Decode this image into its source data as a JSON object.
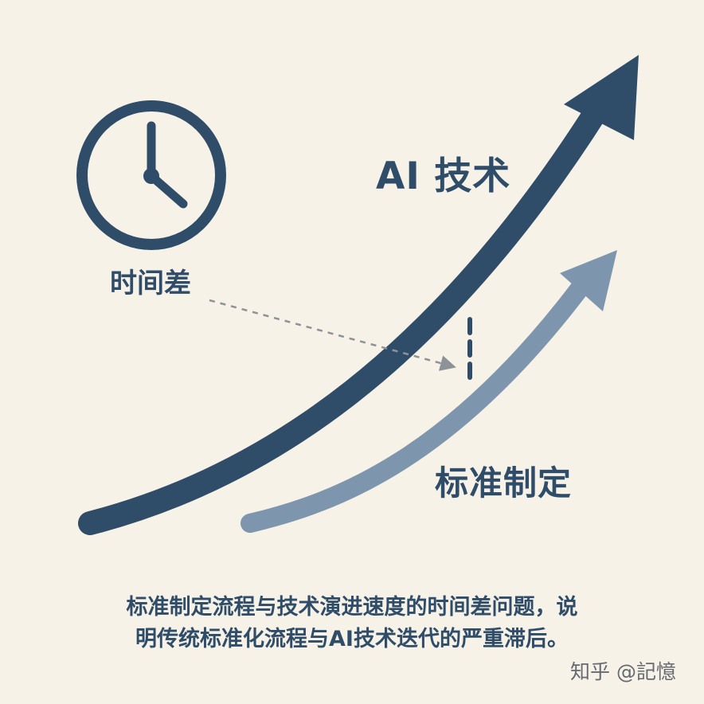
{
  "diagram": {
    "labels": {
      "ai_technology": "AI 技术",
      "standard_setting": "标准制定",
      "time_gap": "时间差"
    },
    "caption": {
      "line1": "标准制定流程与技术演进速度的时间差问题，说",
      "line2": "明传统标准化流程与AI技术迭代的严重滞后。"
    }
  },
  "watermark": {
    "text": "知乎 @記憶"
  },
  "icons": {
    "clock": "clock-icon"
  },
  "colors": {
    "background": "#f7f2e8",
    "primary_blue": "#2f4d68",
    "light_blue": "#7e96ad",
    "dashed_gray": "#8d9297",
    "watermark_gray": "#666a70"
  }
}
